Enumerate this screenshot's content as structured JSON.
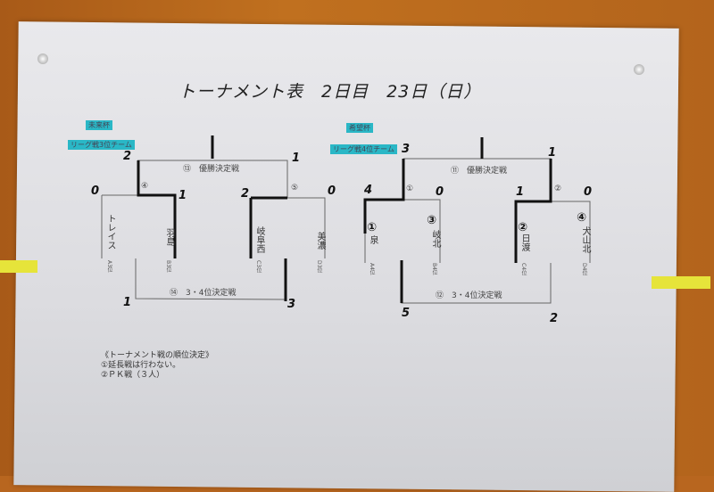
{
  "title": "トーナメント表　2日目　23日（日）",
  "left": {
    "cup": "未来杯",
    "group": "リーグ戦3位チーム",
    "final_label": "⑬　優勝決定戦",
    "third_label": "⑭　3・4位決定戦",
    "m1": "④",
    "m2": "⑤",
    "teams": [
      {
        "name": "トレイス",
        "rank": "A3位"
      },
      {
        "name": "羽島",
        "rank": "B3位"
      },
      {
        "name": "岐阜西",
        "rank": "C3位"
      },
      {
        "name": "美濃",
        "rank": "D3位"
      }
    ],
    "scores": {
      "semi1_a": "0",
      "semi1_b": "1",
      "semi2_a": "2",
      "semi2_b": "0",
      "final_a": "2",
      "final_b": "1",
      "third_a": "1",
      "third_b": "3"
    }
  },
  "right": {
    "cup": "希望杯",
    "group": "リーグ戦4位チーム",
    "final_label": "⑪　優勝決定戦",
    "third_label": "⑫　3・4位決定戦",
    "m1": "①",
    "m2": "②",
    "teams": [
      {
        "mark": "①",
        "name": "泉",
        "rank": "A4位"
      },
      {
        "mark": "③",
        "name": "岐北",
        "rank": "B4位"
      },
      {
        "mark": "②",
        "name": "日渡",
        "rank": "C4位"
      },
      {
        "mark": "④",
        "name": "犬山北",
        "rank": "D4位"
      }
    ],
    "scores": {
      "semi1_a": "4",
      "semi1_b": "0",
      "semi2_a": "1",
      "semi2_b": "0",
      "final_a": "3",
      "final_b": "1",
      "third_a": "5",
      "third_b": "2"
    }
  },
  "notes": [
    "《トーナメント戦の順位決定》",
    "①延長戦は行わない。",
    "②ＰＫ戦（３人）"
  ],
  "colors": {
    "wall": "#b8661f",
    "highlight": "#2ab7c6",
    "tape": "#e6e43a"
  }
}
